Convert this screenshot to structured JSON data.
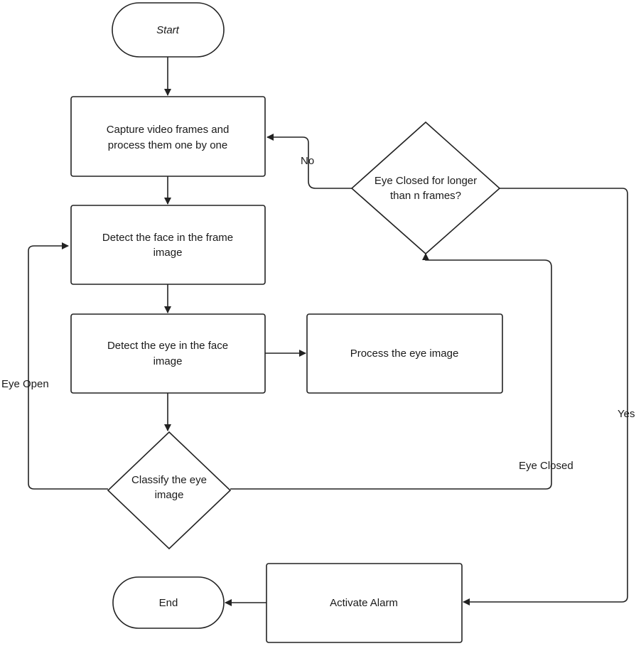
{
  "nodes": {
    "start": {
      "label": "Start"
    },
    "capture": {
      "line1": "Capture video frames and",
      "line2": "process them one by one"
    },
    "detect_face": {
      "line1": "Detect the face in the frame",
      "line2": "image"
    },
    "detect_eye": {
      "line1": "Detect the eye in the face",
      "line2": "image"
    },
    "process_eye": {
      "label": "Process the eye image"
    },
    "classify": {
      "line1": "Classify the eye",
      "line2": "image"
    },
    "eye_closed_check": {
      "line1": "Eye Closed for longer",
      "line2": "than n frames?"
    },
    "alarm": {
      "label": "Activate Alarm"
    },
    "end": {
      "label": "End"
    }
  },
  "edges": {
    "no": "No",
    "yes": "Yes",
    "eye_open": "Eye Open",
    "eye_closed": "Eye Closed"
  }
}
